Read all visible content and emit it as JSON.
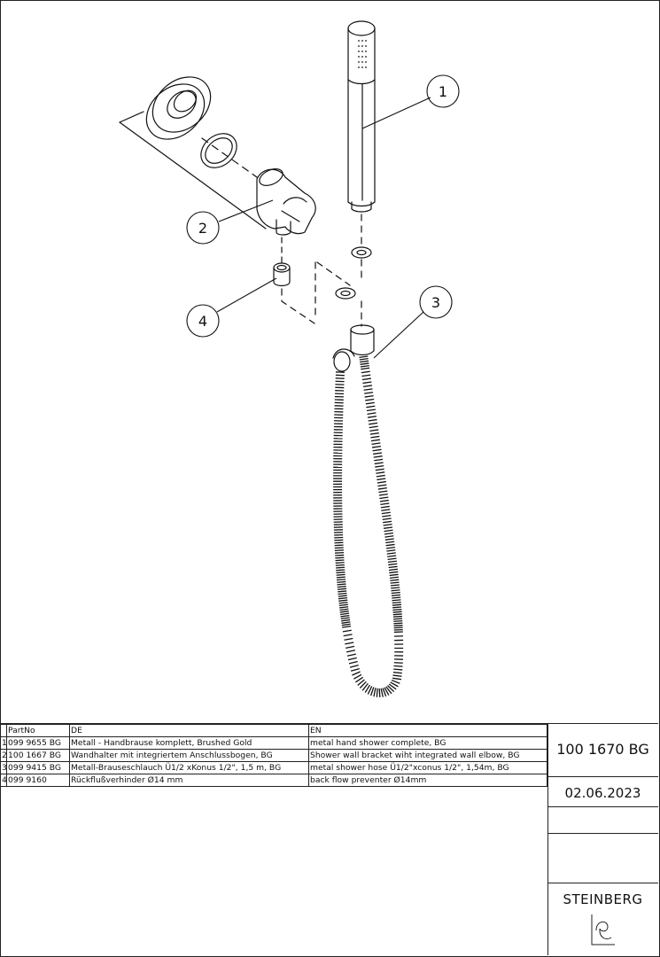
{
  "drawing": {
    "callouts": [
      {
        "id": "1"
      },
      {
        "id": "2"
      },
      {
        "id": "3"
      },
      {
        "id": "4"
      }
    ]
  },
  "parts_table": {
    "headers": [
      "",
      "PartNo",
      "DE",
      "EN"
    ],
    "rows": [
      {
        "pos": "1",
        "part_no": "099 9655 BG",
        "de": "Metall - Handbrause komplett, Brushed Gold",
        "en": "metal hand shower complete, BG"
      },
      {
        "pos": "2",
        "part_no": "100 1667 BG",
        "de": "Wandhalter mit integriertem Anschlussbogen, BG",
        "en": "Shower wall bracket wiht integrated wall elbow, BG"
      },
      {
        "pos": "3",
        "part_no": "099 9415 BG",
        "de": "Metall-Brauseschlauch Ü1/2 xKonus 1/2\", 1,5 m, BG",
        "en": "metal shower hose Ü1/2\"xconus 1/2\", 1,54m, BG"
      },
      {
        "pos": "4",
        "part_no": "099 9160",
        "de": "Rückflußverhinder Ø14 mm",
        "en": "back flow preventer Ø14mm"
      }
    ]
  },
  "title_block": {
    "article_number": "100 1670 BG",
    "date": "02.06.2023",
    "brand": "STEINBERG"
  }
}
